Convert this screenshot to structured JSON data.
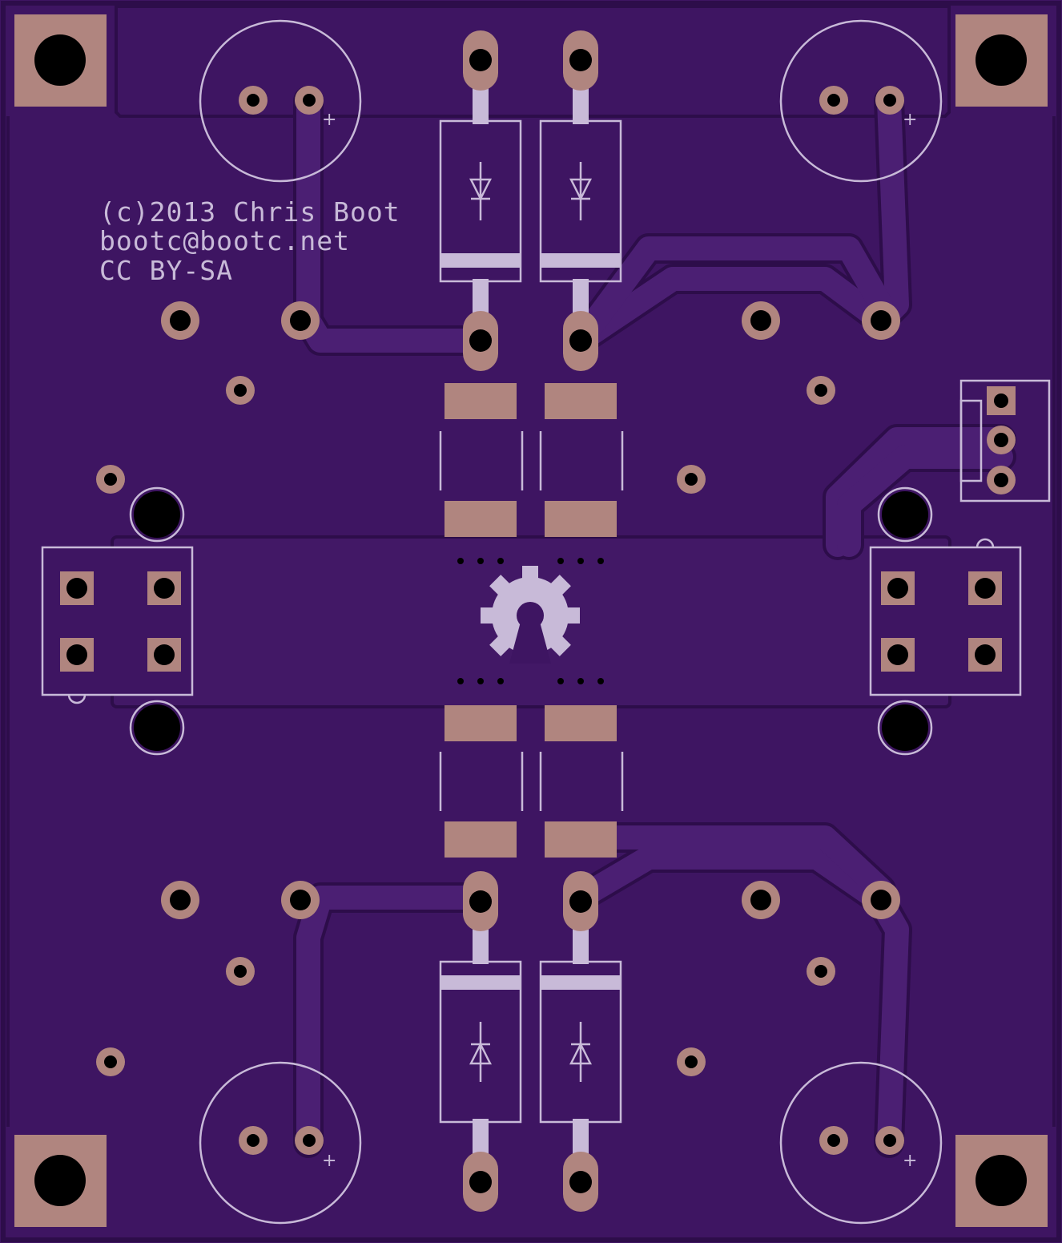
{
  "board": {
    "copyright_lines": [
      "(c)2013 Chris Boot",
      "bootc@bootc.net",
      "CC BY-SA"
    ],
    "capacitor_polarity_mark": "+",
    "logo": "open-source-hardware-gear"
  },
  "colors": {
    "soldermask": "#3e1562",
    "board_edge": "#2d0d4a",
    "trace": "#4b1f73",
    "trace_edge": "#2d0d4a",
    "copper_pad": "#b0857f",
    "silkscreen": "#c8bad8",
    "drill_hole": "#000000"
  }
}
